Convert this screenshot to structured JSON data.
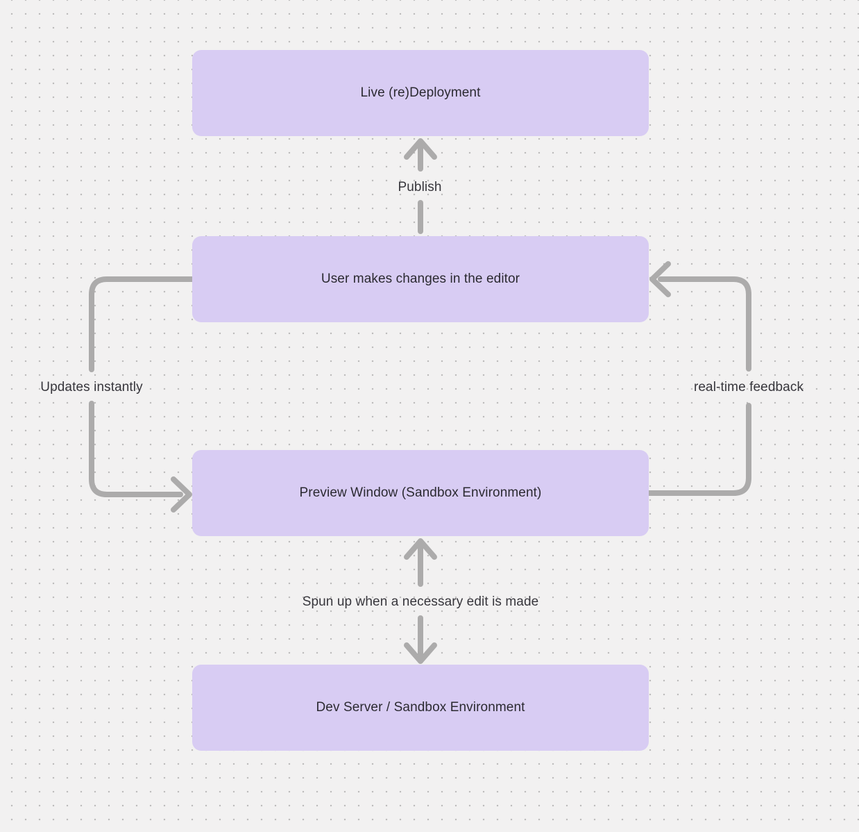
{
  "colors": {
    "canvas-bg": "#f2f1f1",
    "dot": "#bdbcbc",
    "node-fill": "#d8ccf3",
    "node-text": "#2b2a31",
    "arrow": "#acabab",
    "edge-label": "#37363c"
  },
  "diagram": {
    "type": "flowchart",
    "background": "dotted-grid"
  },
  "nodes": [
    {
      "id": "live-redeployment",
      "label": "Live (re)Deployment"
    },
    {
      "id": "user-editor",
      "label": "User makes changes in the editor"
    },
    {
      "id": "preview-window",
      "label": "Preview Window (Sandbox Environment)"
    },
    {
      "id": "dev-server",
      "label": "Dev Server / Sandbox Environment"
    }
  ],
  "edges": [
    {
      "id": "publish",
      "label": "Publish",
      "from": "user-editor",
      "to": "live-redeployment"
    },
    {
      "id": "updates-instantly",
      "label": "Updates instantly",
      "from": "user-editor",
      "to": "preview-window"
    },
    {
      "id": "realtime-feedback",
      "label": "real-time feedback",
      "from": "preview-window",
      "to": "user-editor"
    },
    {
      "id": "spun-up",
      "label": "Spun up when a necessary edit is made",
      "from": "dev-server",
      "to": "preview-window"
    }
  ]
}
